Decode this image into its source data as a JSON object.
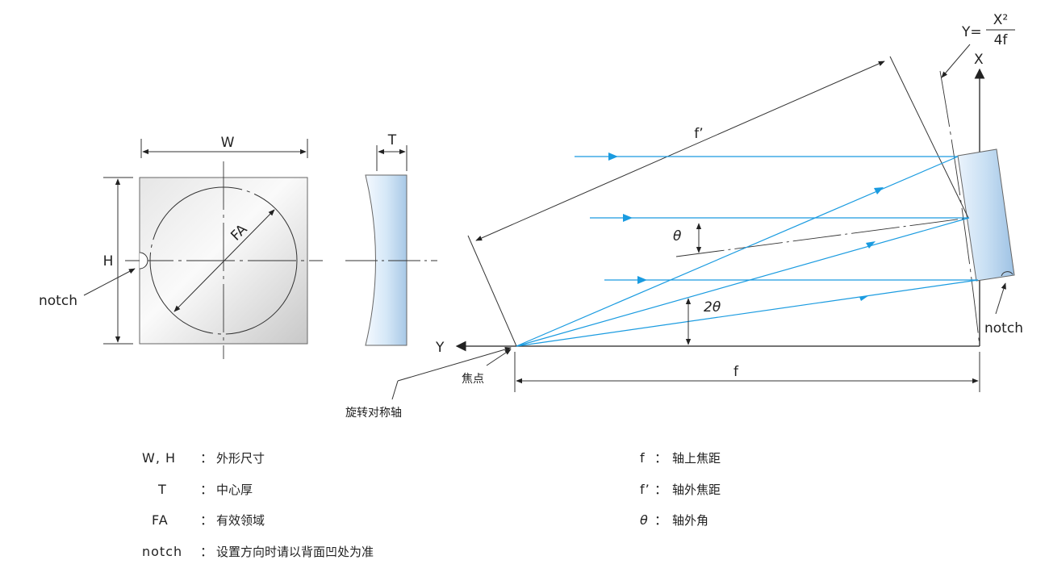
{
  "diagram": {
    "front_view": {
      "width_label": "W",
      "height_label": "H",
      "aperture_label": "FA",
      "notch_label": "notch"
    },
    "side_view": {
      "thickness_label": "T"
    },
    "optics": {
      "off_axis_focal_label": "f’",
      "on_axis_focal_label": "f",
      "angle_label": "θ",
      "double_angle_label": "2θ",
      "x_axis_label": "X",
      "y_axis_label": "Y",
      "notch_label": "notch",
      "focus_label": "焦点",
      "symmetry_axis_label": "旋转对称轴",
      "equation": {
        "lhs": "Y=",
        "numerator": "X²",
        "denominator": "4f"
      }
    },
    "colors": {
      "ray": "#1a9be0",
      "line": "#222222",
      "mirror_fill": "#cfe3f5"
    }
  },
  "legend": {
    "left": [
      {
        "key": "W, H",
        "sep": "：",
        "desc": "外形尺寸"
      },
      {
        "key": "T",
        "sep": "：",
        "desc": "中心厚"
      },
      {
        "key": "FA",
        "sep": "：",
        "desc": "有效领域"
      },
      {
        "key": "notch",
        "sep": "：",
        "desc": "设置方向时请以背面凹处为准"
      }
    ],
    "right": [
      {
        "key": "f",
        "sep": "：",
        "desc": "轴上焦距"
      },
      {
        "key": "f’",
        "sep": "：",
        "desc": "轴外焦距"
      },
      {
        "key": "θ",
        "sep": "：",
        "desc": "轴外角"
      }
    ]
  }
}
